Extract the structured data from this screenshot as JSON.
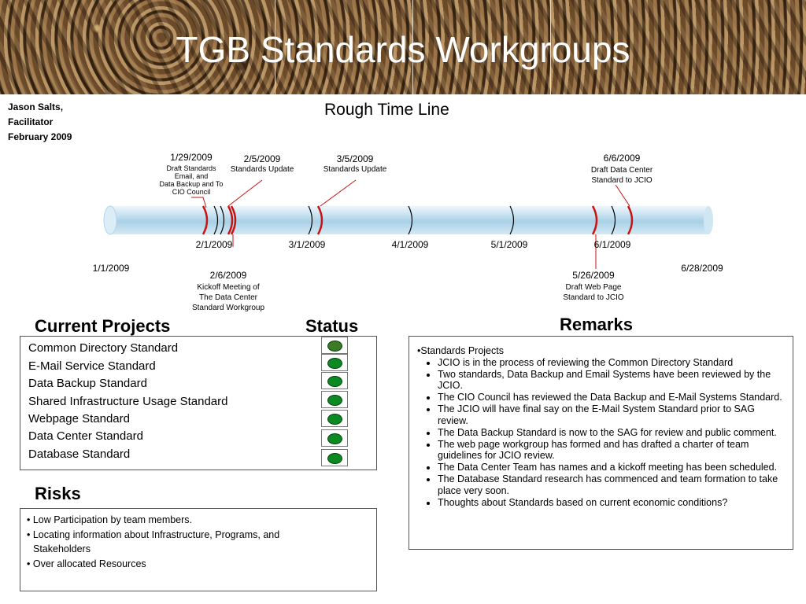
{
  "slide": {
    "title": "TGB Standards Workgroups",
    "author_name": "Jason Salts,",
    "author_role": "Facilitator",
    "author_date": "February 2009",
    "subtitle": "Rough Time Line"
  },
  "timeline": {
    "above": [
      {
        "date": "1/29/2009",
        "desc": [
          "Draft Standards",
          "Email, and",
          "Data Backup and To",
          "CIO Council"
        ]
      },
      {
        "date": "2/5/2009",
        "desc": [
          "Standards Update"
        ]
      },
      {
        "date": "3/5/2009",
        "desc": [
          "Standards Update"
        ]
      },
      {
        "date": "6/6/2009",
        "desc": [
          "Draft Data Center",
          "Standard to JCIO"
        ]
      }
    ],
    "months": [
      "2/1/2009",
      "3/1/2009",
      "4/1/2009",
      "5/1/2009",
      "6/1/2009"
    ],
    "start": "1/1/2009",
    "end": "6/28/2009",
    "below": [
      {
        "date": "2/6/2009",
        "desc": [
          "Kickoff Meeting of",
          "The Data Center",
          "Standard Workgroup"
        ]
      },
      {
        "date": "5/26/2009",
        "desc": [
          "Draft Web Page",
          "Standard to JCIO"
        ]
      }
    ]
  },
  "projects": {
    "heading": "Current Projects",
    "status_heading": "Status",
    "items": [
      {
        "name": "Common Directory Standard"
      },
      {
        "name": "E-Mail Service Standard"
      },
      {
        "name": "Data Backup Standard"
      },
      {
        "name": "Shared Infrastructure Usage Standard"
      },
      {
        "name": "Webpage Standard"
      },
      {
        "name": "Data Center Standard"
      },
      {
        "name": "Database Standard"
      }
    ]
  },
  "risks": {
    "heading": "Risks",
    "items": [
      "• Low Participation by team members.",
      "• Locating information about Infrastructure, Programs, and",
      "Stakeholders",
      "• Over allocated Resources"
    ]
  },
  "remarks": {
    "heading": "Remarks",
    "group": "•Standards Projects",
    "items": [
      "JCIO is in the process of reviewing the Common Directory Standard",
      "Two standards, Data Backup and Email Systems have been reviewed by the JCIO.",
      "The CIO Council has reviewed the  Data Backup and E-Mail Systems Standard.",
      "The JCIO will have final say on the E-Mail System Standard prior to SAG review.",
      "The Data Backup Standard is now to the SAG for review and public comment.",
      "The web page workgroup has formed and has drafted a charter  of team guidelines for  JCIO review.",
      "The Data Center Team has names and a kickoff  meeting has been scheduled.",
      "The Database Standard research has commenced and team formation to take place very soon.",
      "Thoughts about Standards based on current economic conditions?"
    ]
  }
}
